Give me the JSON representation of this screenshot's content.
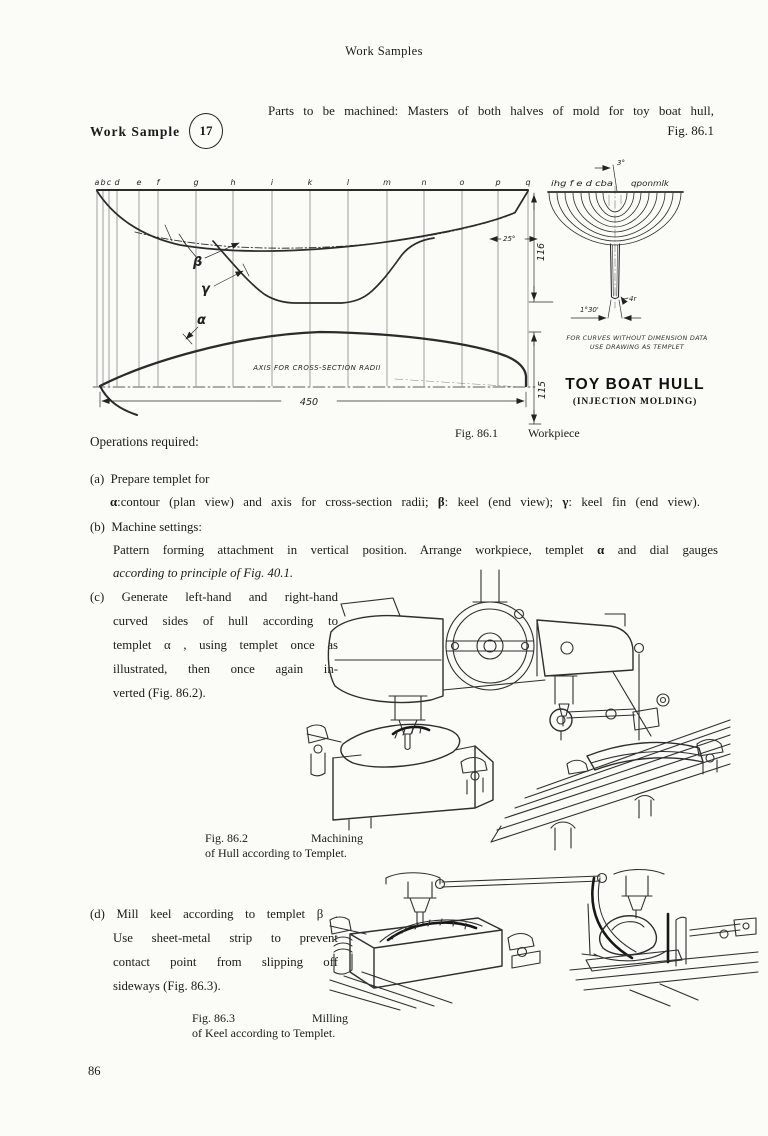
{
  "page": {
    "header": "Work Samples",
    "number": "86"
  },
  "work_sample": {
    "label": "Work Sample",
    "number": "17"
  },
  "intro": {
    "line1": "Parts to be machined: Masters of both halves of mold for toy boat hull,",
    "fig_ref": "Fig. 86.1"
  },
  "drawing": {
    "stations": [
      "a",
      "b",
      "c",
      "d",
      "e",
      "f",
      "g",
      "h",
      "i",
      "k",
      "l",
      "m",
      "n",
      "o",
      "p",
      "q"
    ],
    "end_letters_left": "ihg f e d cba",
    "end_letters_right": "qponmlk",
    "labels": {
      "alpha": "α",
      "beta": "β",
      "gamma": "γ"
    },
    "dims": {
      "length": "450",
      "height": "116",
      "half_breadth": "115",
      "transom_angle": "25°",
      "deck_angle": "3°",
      "keel_radius": "4r",
      "keel_taper": "1°30'"
    },
    "axis_note": "AXIS FOR CROSS-SECTION RADII",
    "note_line1": "FOR CURVES WITHOUT DIMENSION DATA",
    "note_line2": "USE DRAWING AS TEMPLET",
    "title": "TOY BOAT HULL",
    "subtitle": "(INJECTION MOLDING)",
    "caption_fig": "Fig. 86.1",
    "caption_text": "Workpiece"
  },
  "operations": {
    "heading": "Operations required:",
    "a": {
      "tag": "(a)",
      "line1": "Prepare templet for",
      "parts": [
        "α",
        ":contour (plan view) and axis for cross-section radii; ",
        "β",
        ": keel (end view); ",
        "γ",
        ": keel fin (end view)."
      ]
    },
    "b": {
      "tag": "(b)",
      "line1": "Machine settings:",
      "parts": [
        "Pattern forming attachment in vertical position. Arrange workpiece, templet ",
        "α",
        " and dial gauges"
      ],
      "line3": "according to principle of Fig. 40.1."
    },
    "c": {
      "tag": "(c)",
      "lines": [
        "Generate left-hand and right-hand",
        "curved sides of hull according to",
        "templet α , using templet once as",
        "illustrated, then once again in-",
        "verted (Fig. 86.2)."
      ]
    },
    "d": {
      "tag": "(d)",
      "lines": [
        "Mill keel according to templet β .",
        "Use sheet-metal strip to prevent",
        "contact point from slipping off",
        "sideways (Fig. 86.3)."
      ]
    }
  },
  "captions": {
    "fig862": {
      "fig": "Fig. 86.2",
      "title": "Machining",
      "line2": "of Hull according to Templet."
    },
    "fig863": {
      "fig": "Fig. 86.3",
      "title": "Milling",
      "line2": "of Keel according to Templet."
    }
  }
}
